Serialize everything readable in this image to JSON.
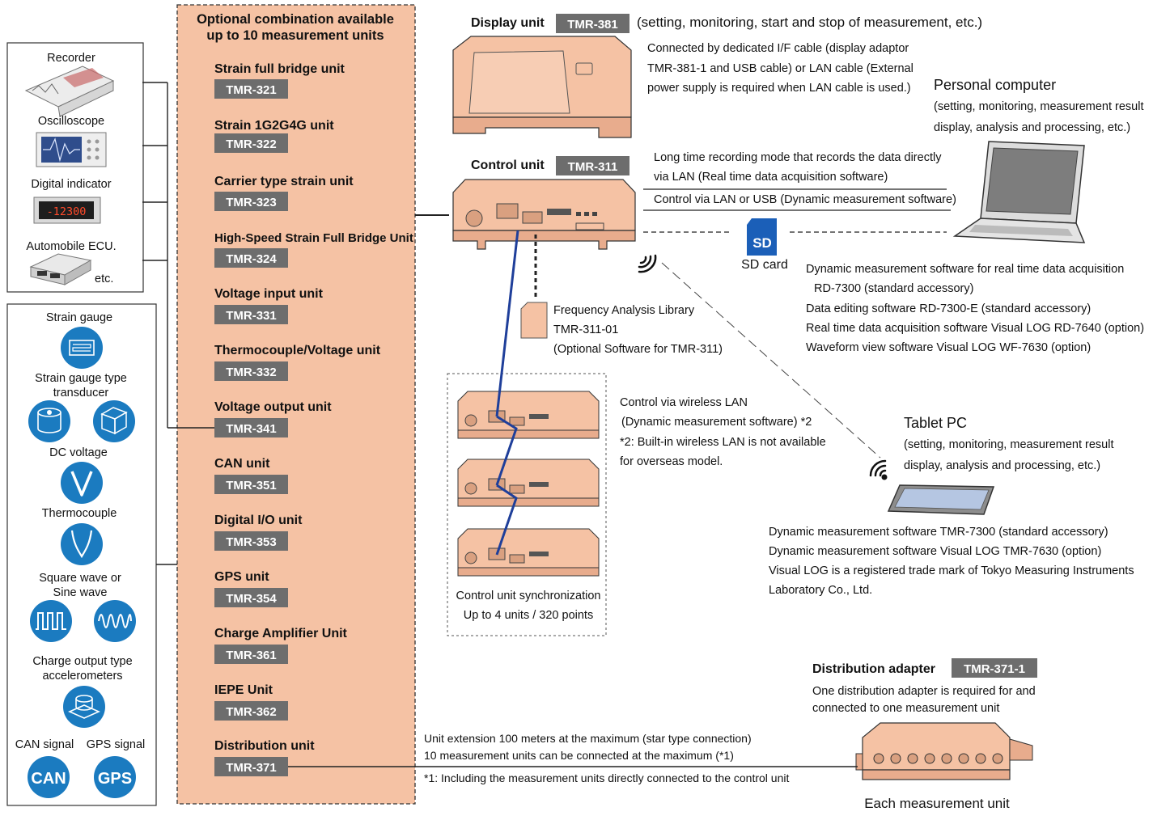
{
  "combination_title": [
    "Optional combination available",
    "up to 10 measurement units"
  ],
  "units": [
    {
      "name": "Strain full bridge unit",
      "model": "TMR-321"
    },
    {
      "name": "Strain 1G2G4G unit",
      "model": "TMR-322"
    },
    {
      "name": "Carrier type strain unit",
      "model": "TMR-323"
    },
    {
      "name": "High-Speed Strain Full Bridge Unit",
      "model": "TMR-324"
    },
    {
      "name": "Voltage input unit",
      "model": "TMR-331"
    },
    {
      "name": "Thermocouple/Voltage unit",
      "model": "TMR-332"
    },
    {
      "name": "Voltage output unit",
      "model": "TMR-341"
    },
    {
      "name": "CAN unit",
      "model": "TMR-351"
    },
    {
      "name": "Digital I/O unit",
      "model": "TMR-353"
    },
    {
      "name": "GPS unit",
      "model": "TMR-354"
    },
    {
      "name": "Charge Amplifier Unit",
      "model": "TMR-361"
    },
    {
      "name": "IEPE Unit",
      "model": "TMR-362"
    },
    {
      "name": "Distribution unit",
      "model": "TMR-371"
    }
  ],
  "outputs": {
    "recorder": "Recorder",
    "oscilloscope": "Oscilloscope",
    "digital_indicator": "Digital indicator",
    "indicator_readout": "-12300",
    "ecu": "Automobile ECU.",
    "etc": "etc."
  },
  "sensors": {
    "strain_gauge": "Strain gauge",
    "transducer": [
      "Strain gauge type",
      "transducer"
    ],
    "dc_voltage": "DC voltage",
    "thermocouple": "Thermocouple",
    "wave": [
      "Square wave or",
      "Sine wave"
    ],
    "charge": [
      "Charge output type",
      "accelerometers"
    ],
    "can_signal": "CAN signal",
    "gps_signal": "GPS signal",
    "can_icon_text": "CAN",
    "gps_icon_text": "GPS"
  },
  "display_unit": {
    "label": "Display unit",
    "model": "TMR-381",
    "purpose": "(setting, monitoring, start and stop of measurement, etc.)",
    "note": [
      "Connected by dedicated I/F cable (display adaptor",
      "TMR-381-1 and USB cable) or LAN cable (External",
      "power supply is required when LAN cable is used.)"
    ]
  },
  "control_unit": {
    "label": "Control unit",
    "model": "TMR-311"
  },
  "pc": {
    "title": "Personal computer",
    "desc": [
      "(setting, monitoring, measurement result",
      "display, analysis and processing, etc.)"
    ]
  },
  "lan_notes": {
    "line1": [
      "Long time recording mode that records the data directly",
      "via LAN (Real time data acquisition software)"
    ],
    "line2": "Control via LAN or USB (Dynamic measurement software)"
  },
  "sd_card": {
    "icon": "SD",
    "label": "SD card"
  },
  "software_pc": [
    "Dynamic measurement software for real time data acquisition",
    "RD-7300 (standard accessory)",
    "Data editing software RD-7300-E (standard accessory)",
    "Real time data acquisition software Visual LOG RD-7640 (option)",
    "Waveform view software Visual LOG WF-7630 (option)"
  ],
  "freq_library": [
    "Frequency Analysis Library",
    "TMR-311-01",
    "(Optional Software for TMR-311)"
  ],
  "wireless": [
    "Control via wireless LAN",
    "(Dynamic measurement software) *2",
    "*2: Built-in wireless LAN is not available",
    "for overseas model."
  ],
  "tablet": {
    "title": "Tablet PC",
    "desc": [
      "(setting, monitoring, measurement result",
      "display, analysis and processing, etc.)"
    ]
  },
  "software_tablet": [
    "Dynamic measurement software TMR-7300 (standard accessory)",
    "Dynamic measurement software Visual LOG TMR-7630 (option)",
    "Visual LOG is a registered trade mark of Tokyo Measuring Instruments",
    "Laboratory Co., Ltd."
  ],
  "sync": [
    "Control unit synchronization",
    "Up to 4 units / 320 points"
  ],
  "distribution_adapter": {
    "label": "Distribution adapter",
    "model": "TMR-371-1",
    "note": [
      "One distribution adapter is required for and",
      "connected to one measurement unit"
    ]
  },
  "extension": [
    "Unit extension 100 meters at the maximum (star type connection)",
    "10 measurement units can be connected at the maximum (*1)",
    "*1: Including the measurement units directly connected to the control unit"
  ],
  "each_unit": "Each measurement unit",
  "colors": {
    "peach": "#f5c2a4",
    "tag_gray": "#6d6d6d",
    "sensor_blue": "#1b7bc0",
    "sync_cable": "#1f3f9a"
  }
}
